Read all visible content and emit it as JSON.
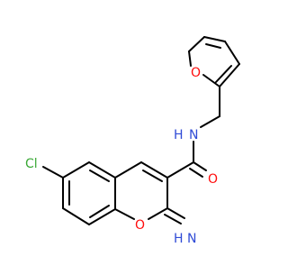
{
  "atoms": {
    "cl": "Cl",
    "o_furan": "O",
    "n_amide": "N",
    "h_amide": "H",
    "o_carbonyl": "O",
    "o_chromene": "O",
    "n_imine": "N",
    "h_imine": "H"
  },
  "colors": {
    "bond": "#000000",
    "carbon": "#000000",
    "chlorine": "#3aa836",
    "oxygen": "#ff0d0d",
    "nitrogen": "#2f4bd6",
    "background": "#ffffff"
  }
}
